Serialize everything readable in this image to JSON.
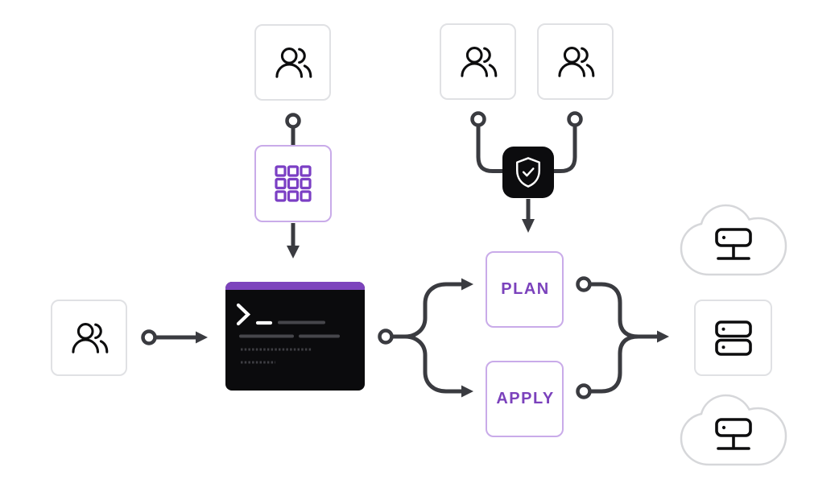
{
  "diagram": {
    "name": "terraform-core-workflow",
    "labels": {
      "plan": "PLAN",
      "apply": "APPLY"
    },
    "icons": [
      "users-icon",
      "module-grid-icon",
      "terminal-prompt-icon",
      "shield-check-icon",
      "server-stack-icon",
      "cloud-host-icon"
    ],
    "colors": {
      "background": "#ffffff",
      "box_border_gray": "#e0e1e4",
      "box_border_purple": "#c9abe9",
      "accent_purple": "#7b42bc",
      "terminal_header_purple": "#7d44bd",
      "terminal_background": "#0b0b0d",
      "terminal_text_gray": "#46464b",
      "connector_line": "#3a3b40",
      "icon_black": "#0d0d0e",
      "cloud_outline_gray": "#d6d7da",
      "white": "#ffffff"
    }
  }
}
